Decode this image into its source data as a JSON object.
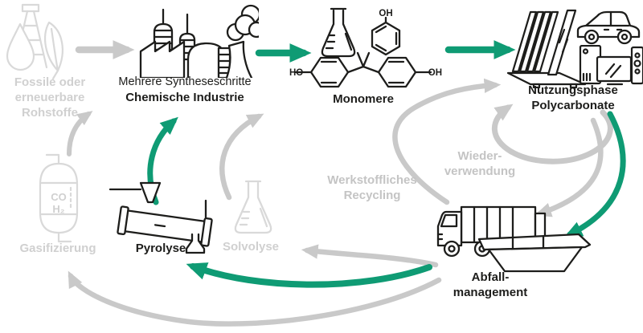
{
  "colors": {
    "green": "#0f9b74",
    "arrow_gray": "#c9c9c9",
    "icon_light_gray": "#d9d9d9",
    "muted_text": "#c4c4c4",
    "ink": "#1d1d1b"
  },
  "nodes": {
    "rohstoffe": {
      "lines": [
        "Fossile oder",
        "erneuerbare",
        "Rohstoffe"
      ],
      "icon": "oil-derrick-drop-leaf-icon",
      "state": "inactive"
    },
    "chemische_industrie": {
      "subtitle": "Mehrere Syntheseschritte",
      "label": "Chemische Industrie",
      "icon": "chemical-plant-icon",
      "state": "active"
    },
    "monomere": {
      "label": "Monomere",
      "icons": [
        "erlenmeyer-flask-icon",
        "phenol-structure-icon",
        "bisphenol-a-structure-icon"
      ],
      "structure_labels": {
        "phenol_oh": "OH",
        "bisphenol_ho": "HO",
        "bisphenol_oh": "OH"
      },
      "state": "active"
    },
    "nutzungsphase": {
      "lines": [
        "Nutzungsphase",
        "Polycarbonate"
      ],
      "icons": [
        "glass-sheets-rack-icon",
        "car-icon",
        "desktop-computer-icon"
      ],
      "state": "active"
    },
    "wiederverwendung": {
      "lines": [
        "Wieder-",
        "verwendung"
      ],
      "state": "inactive"
    },
    "werkstoffliches_recycling": {
      "lines": [
        "Werkstoffliches",
        "Recycling"
      ],
      "state": "inactive"
    },
    "abfallmanagement": {
      "lines": [
        "Abfall-",
        "management"
      ],
      "icons": [
        "garbage-truck-icon",
        "skip-container-icon"
      ],
      "state": "active"
    },
    "pyrolyse": {
      "label": "Pyrolyse",
      "icon": "rotary-kiln-icon",
      "state": "active"
    },
    "solvolyse": {
      "label": "Solvolyse",
      "icon": "erlenmeyer-flask-icon",
      "state": "inactive"
    },
    "gasifizierung": {
      "label": "Gasifizierung",
      "icon": "gasifier-reactor-icon",
      "reactor_labels": [
        "CO",
        "H₂"
      ],
      "state": "inactive"
    }
  },
  "arrows": [
    {
      "from": "rohstoffe",
      "to": "chemische_industrie",
      "color": "gray"
    },
    {
      "from": "chemische_industrie",
      "to": "monomere",
      "color": "green"
    },
    {
      "from": "monomere",
      "to": "nutzungsphase",
      "color": "green"
    },
    {
      "from": "nutzungsphase",
      "to": "nutzungsphase",
      "via": "wiederverwendung",
      "color": "gray"
    },
    {
      "from": "nutzungsphase",
      "to": "abfallmanagement",
      "color": "gray"
    },
    {
      "from": "nutzungsphase",
      "to": "abfallmanagement",
      "color": "green"
    },
    {
      "from": "abfallmanagement",
      "to": "nutzungsphase",
      "via": "werkstoffliches_recycling",
      "color": "gray"
    },
    {
      "from": "abfallmanagement",
      "to": "solvolyse",
      "color": "gray"
    },
    {
      "from": "abfallmanagement",
      "to": "pyrolyse",
      "color": "green"
    },
    {
      "from": "abfallmanagement",
      "to": "gasifizierung",
      "color": "gray"
    },
    {
      "from": "pyrolyse",
      "to": "chemische_industrie",
      "color": "green"
    },
    {
      "from": "solvolyse",
      "to": "chemische_industrie",
      "color": "gray"
    },
    {
      "from": "gasifizierung",
      "to": "chemische_industrie",
      "color": "gray"
    }
  ]
}
